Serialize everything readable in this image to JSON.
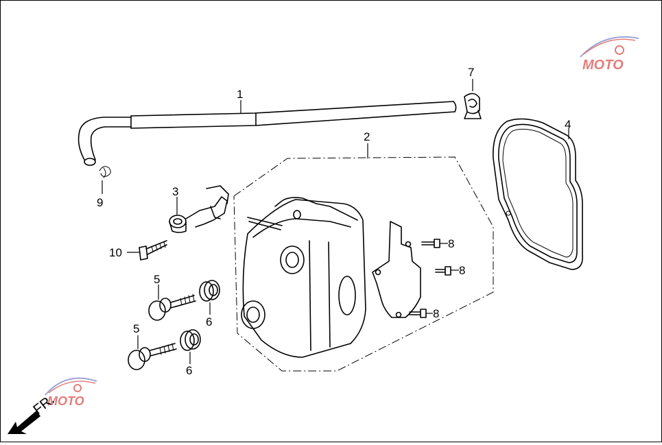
{
  "diagram": {
    "callouts": {
      "c1": "1",
      "c2": "2",
      "c3": "3",
      "c4": "4",
      "c5a": "5",
      "c5b": "5",
      "c6a": "6",
      "c6b": "6",
      "c7": "7",
      "c8a": "8",
      "c8b": "8",
      "c8c": "8",
      "c9": "9",
      "c10": "10"
    },
    "direction_label": "FR.",
    "watermark_text": "MOTO"
  },
  "colors": {
    "line": "#000000",
    "background": "#ffffff",
    "watermark_red": "#d9534f",
    "watermark_blue": "#7a86c8"
  }
}
